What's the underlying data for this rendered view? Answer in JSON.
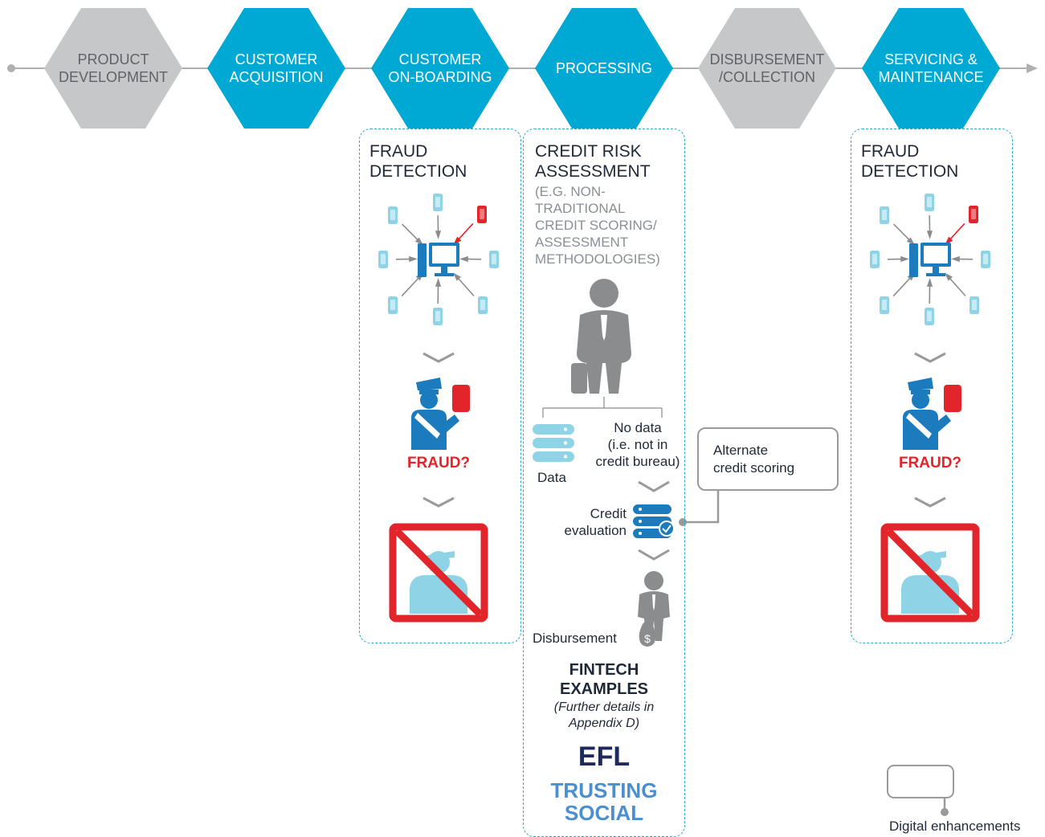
{
  "stages": [
    {
      "label": "PRODUCT\nDEVELOPMENT",
      "highlighted": false
    },
    {
      "label": "CUSTOMER\nACQUISITION",
      "highlighted": true
    },
    {
      "label": "CUSTOMER\nON-BOARDING",
      "highlighted": true
    },
    {
      "label": "PROCESSING",
      "highlighted": true
    },
    {
      "label": "DISBURSEMENT\n/COLLECTION",
      "highlighted": false
    },
    {
      "label": "SERVICING &\nMAINTENANCE",
      "highlighted": true
    }
  ],
  "fraud_left": {
    "title": "FRAUD\nDETECTION",
    "fraud_label": "FRAUD?"
  },
  "credit": {
    "title": "CREDIT RISK\nASSESSMENT",
    "subtitle": "(E.G. NON-\nTRADITIONAL\nCREDIT SCORING/\nASSESSMENT\nMETHODOLOGIES)",
    "data_label": "Data",
    "no_data_label": "No data\n(i.e. not in\ncredit bureau)",
    "evaluation_label": "Credit\nevaluation",
    "disbursement_label": "Disbursement",
    "fintech_heading": "FINTECH\nEXAMPLES",
    "fintech_note": "(Further details in\nAppendix D)",
    "example_1": "EFL",
    "example_2": "TRUSTING\nSOCIAL"
  },
  "callout": {
    "text": "Alternate\ncredit scoring"
  },
  "fraud_right": {
    "title": "FRAUD\nDETECTION",
    "fraud_label": "FRAUD?"
  },
  "legend": {
    "label": "Digital enhancements"
  },
  "colors": {
    "accent": "#00a9d4",
    "grey_stage": "#c6c7c8",
    "light_blue": "#8fd3e6",
    "dark_blue": "#1b7bbd",
    "red": "#e2242b",
    "navy": "#1e2a5e",
    "steel_blue": "#4a8fd0"
  }
}
